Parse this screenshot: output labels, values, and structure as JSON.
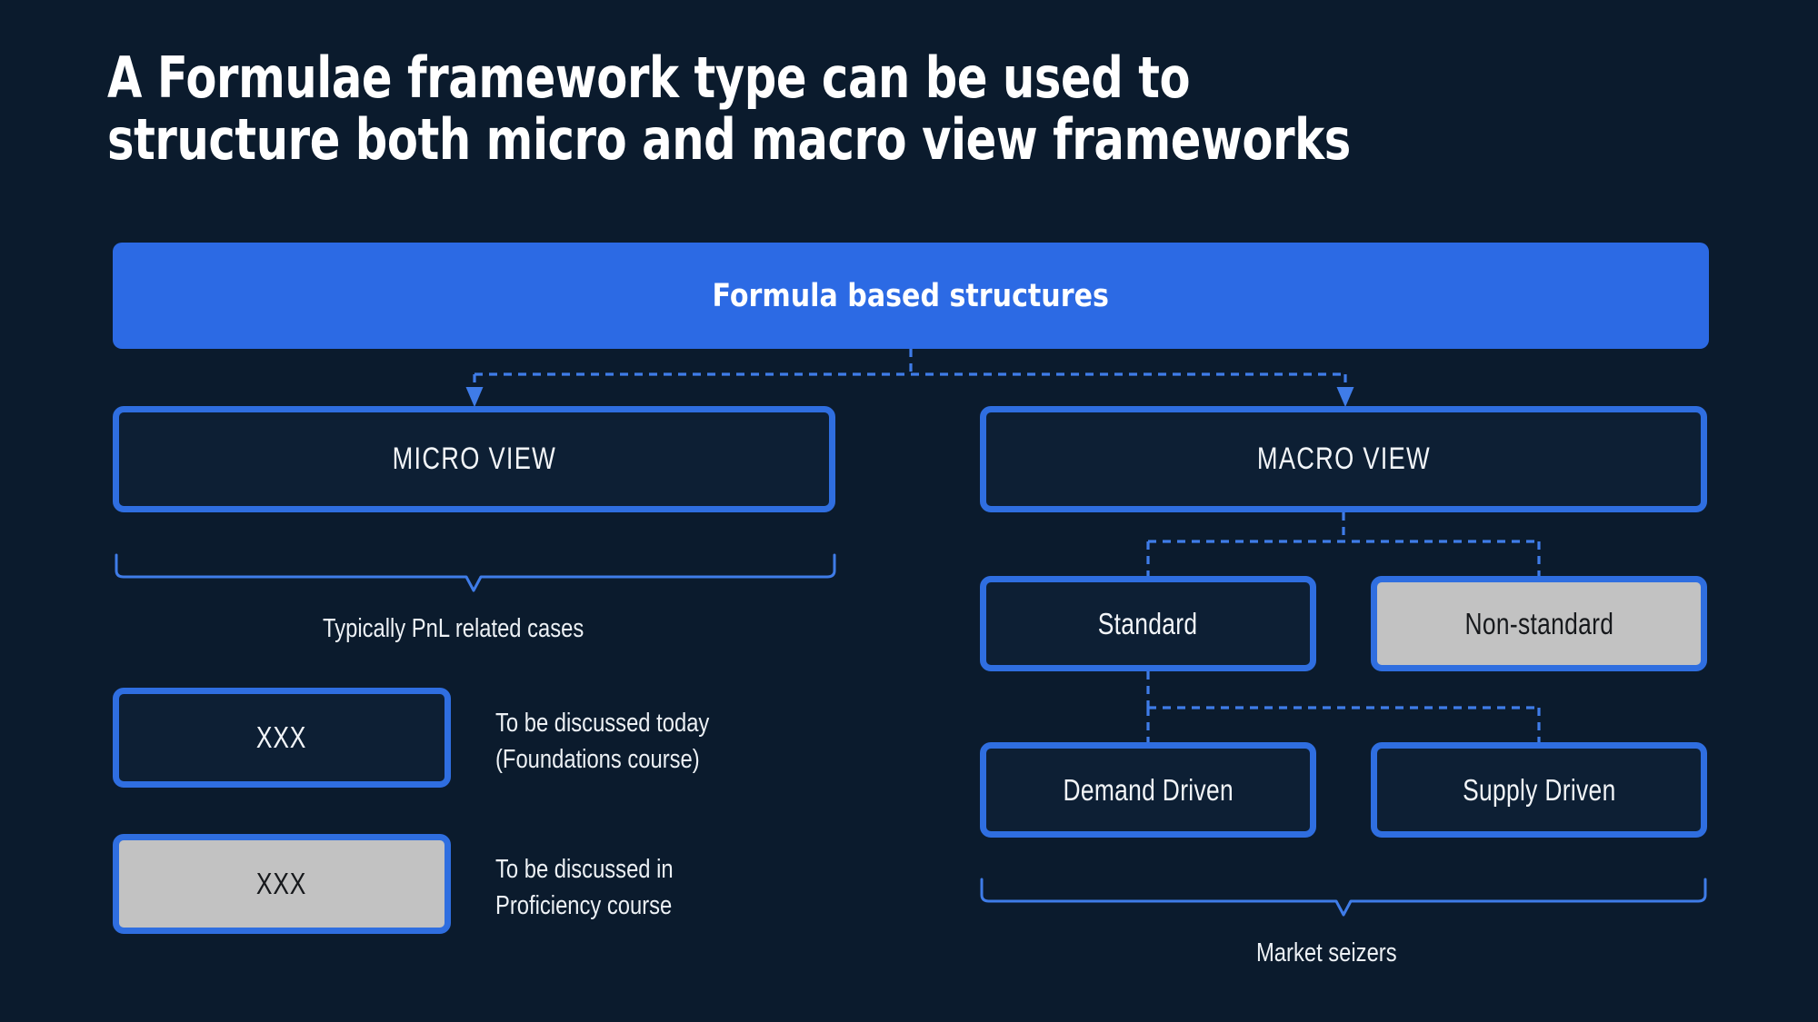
{
  "theme": {
    "background": "#0b1b2d",
    "accent_blue": "#2f6ee0",
    "banner_blue": "#2c6ae4",
    "gray_fill": "#c2c2c2",
    "text_light": "#f2f5f8",
    "text_dark": "#17191c"
  },
  "title": "A Formulae framework type can be used to\nstructure both micro and macro view frameworks",
  "banner": {
    "label": "Formula based structures"
  },
  "nodes": {
    "micro_view": "MICRO VIEW",
    "macro_view": "MACRO VIEW",
    "standard": "Standard",
    "non_standard": "Non-standard",
    "demand_driven": "Demand Driven",
    "supply_driven": "Supply Driven"
  },
  "captions": {
    "micro_bracket": "Typically PnL related cases",
    "macro_bracket": "Market seizers"
  },
  "legend": [
    {
      "swatch_label": "XXX",
      "style": "outline",
      "description": "To be discussed today\n(Foundations course)"
    },
    {
      "swatch_label": "XXX",
      "style": "filled-gray",
      "description": "To be discussed in\nProficiency course"
    }
  ],
  "connectors": [
    {
      "name": "banner-to-micro",
      "style": "dashed",
      "arrow": true
    },
    {
      "name": "banner-to-macro",
      "style": "dashed",
      "arrow": true
    },
    {
      "name": "macro-to-standard",
      "style": "dashed",
      "arrow": false
    },
    {
      "name": "macro-to-non-standard",
      "style": "dashed",
      "arrow": false
    },
    {
      "name": "standard-to-demand",
      "style": "dashed",
      "arrow": false
    },
    {
      "name": "standard-to-supply",
      "style": "dashed",
      "arrow": false
    }
  ]
}
